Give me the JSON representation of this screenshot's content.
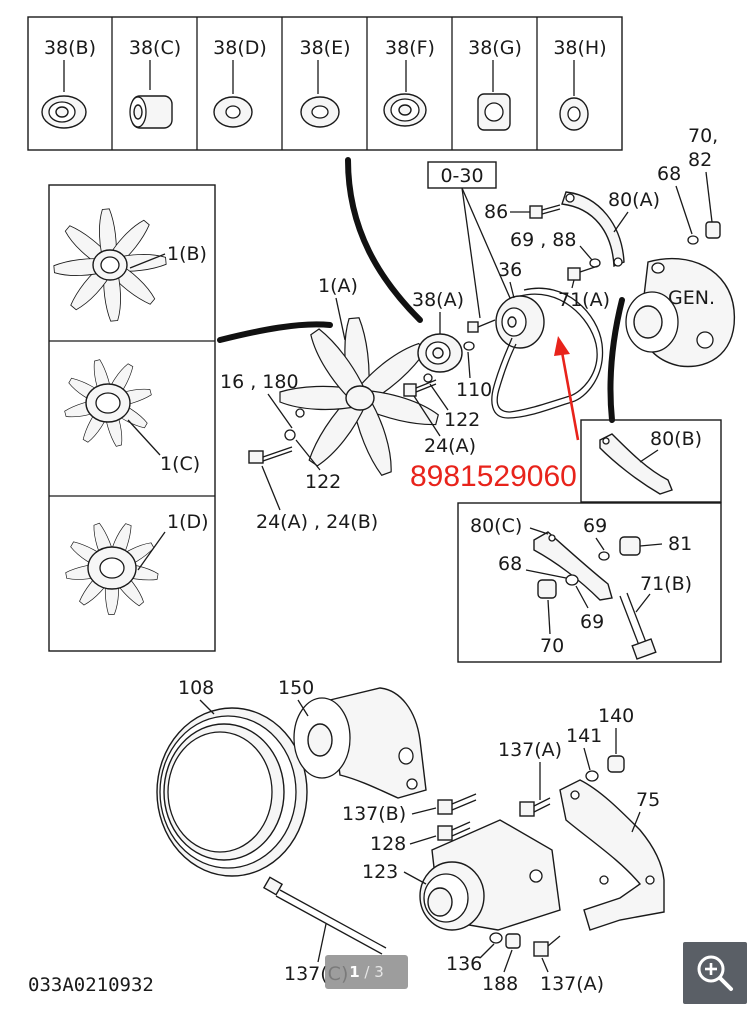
{
  "diagram": {
    "drawing_code": "033A0210932",
    "part_number": "8981529060",
    "gen_label": "GEN.",
    "box_label": "0-30",
    "top_variants": [
      "38(B)",
      "38(C)",
      "38(D)",
      "38(E)",
      "38(F)",
      "38(G)",
      "38(H)"
    ],
    "fan_variants": [
      "1(B)",
      "1(C)",
      "1(D)"
    ],
    "labels": {
      "l_1a": "1(A)",
      "l_38a": "38(A)",
      "l_36": "36",
      "l_16_180": "16 , 180",
      "l_110": "110",
      "l_122a": "122",
      "l_122b": "122",
      "l_24a": "24(A)",
      "l_24ab": "24(A) , 24(B)",
      "l_86": "86",
      "l_69_88": "69 , 88",
      "l_80a": "80(A)",
      "l_68a": "68",
      "l_70_82a": "70,",
      "l_70_82b": "82",
      "l_71a": "71(A)",
      "l_80b": "80(B)",
      "l_80c": "80(C)",
      "l_69a": "69",
      "l_81": "81",
      "l_68b": "68",
      "l_69b": "69",
      "l_70": "70",
      "l_71b": "71(B)",
      "l_108": "108",
      "l_150": "150",
      "l_140": "140",
      "l_141": "141",
      "l_137a_top": "137(A)",
      "l_75": "75",
      "l_137b": "137(B)",
      "l_128": "128",
      "l_123": "123",
      "l_136": "136",
      "l_188": "188",
      "l_137a_bot": "137(A)",
      "l_137c": "137(C)"
    }
  },
  "viewer": {
    "page_current": "1",
    "page_separator": " / ",
    "page_total": "3"
  },
  "colors": {
    "accent": "#e8231b",
    "zoom_button": "#5a5f66"
  },
  "icons": {
    "zoom": "zoom-in-icon"
  }
}
